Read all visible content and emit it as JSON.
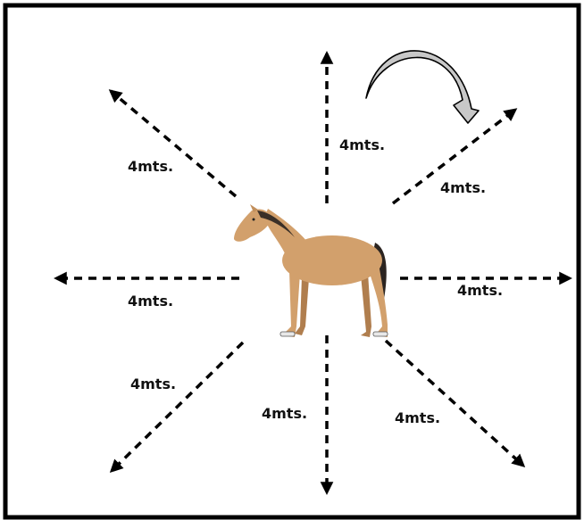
{
  "distance_labels": {
    "north": "4mts.",
    "north_east": "4mts.",
    "east": "4mts.",
    "south_east": "4mts.",
    "south": "4mts.",
    "south_west": "4mts.",
    "west": "4mts.",
    "north_west": "4mts."
  },
  "icons": {
    "center": "horse-icon",
    "rotation": "clockwise-rotation-arrow-icon"
  },
  "colors": {
    "frame": "#000000",
    "arrow": "#000000",
    "rotation_arrow_fill": "#c8c8c8",
    "horse_coat": "#d2a06c",
    "horse_mane": "#2b2420"
  }
}
